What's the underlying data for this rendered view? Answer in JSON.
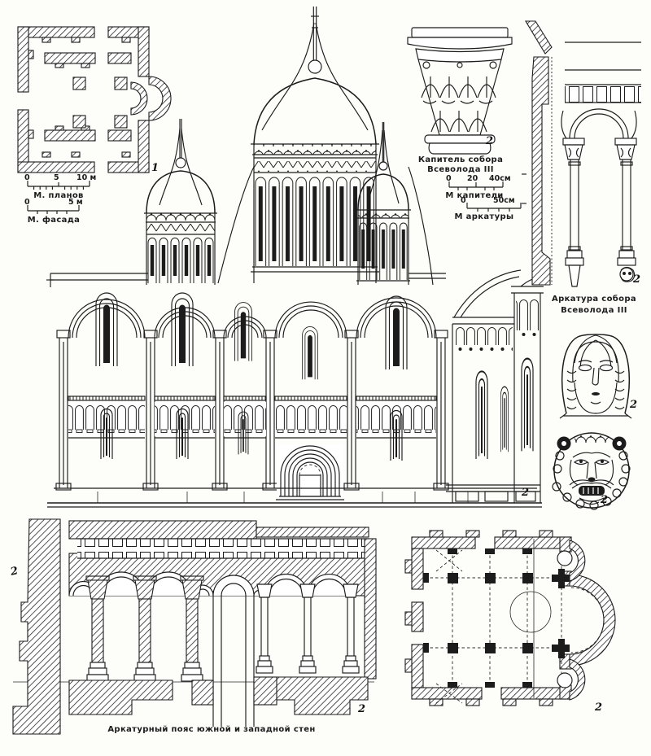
{
  "plan_small": {
    "num": "1"
  },
  "elevation": {
    "num": "2"
  },
  "capital": {
    "caption1": "Капитель собора",
    "caption2": "Всеволода III",
    "num": "2"
  },
  "arcature": {
    "caption1": "Аркатура собора",
    "caption2": "Всеволода III",
    "num": "2"
  },
  "mask_female": {
    "num": "2"
  },
  "mask_lion": {
    "num": "2"
  },
  "arcade_band": {
    "num_left": "2",
    "num_right": "2",
    "caption": "Аркатурный пояс южной и западной стен"
  },
  "plan_large": {
    "num": "2"
  },
  "scale_plans": {
    "t0": "0",
    "t5": "5",
    "t10": "10 м",
    "label": "М. планов"
  },
  "scale_facades": {
    "t0": "0",
    "t5": "5 м",
    "label": "М. фасада"
  },
  "scale_capitals": {
    "t0": "0",
    "t20": "20",
    "t40": "40см",
    "label": "М капители"
  },
  "scale_arcatures": {
    "t0": "0",
    "t50": "50см",
    "label": "М аркатуры"
  },
  "palette": {
    "paper": "#fdfdfa",
    "ink": "#1c1c1c"
  }
}
